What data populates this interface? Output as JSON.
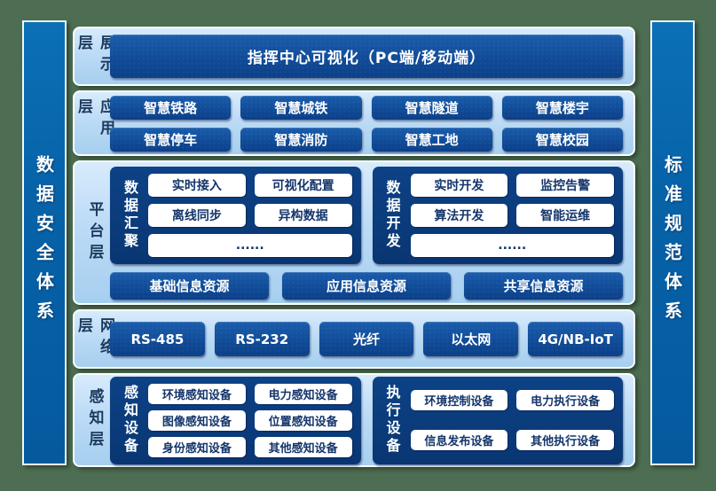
{
  "colors": {
    "background_green": "#4d6e52",
    "panel_light_blue": "#bcdbf6",
    "button_blue": "#114c98",
    "container_navy": "#0b3c7c",
    "pillar_blue": "#0762a8",
    "white_button_text": "#14356b",
    "label_navy": "#1c3a5e"
  },
  "pillars": {
    "left": "数据安全体系",
    "right": "标准规范体系"
  },
  "layers": {
    "presentation": {
      "label": "展示层",
      "main_button": "指挥中心可视化（PC端/移动端）"
    },
    "application": {
      "label": "应用层",
      "buttons": [
        "智慧铁路",
        "智慧城铁",
        "智慧隧道",
        "智慧楼宇",
        "智慧停车",
        "智慧消防",
        "智慧工地",
        "智慧校园"
      ]
    },
    "platform": {
      "label": "平台层",
      "groups": [
        {
          "label": "数据汇聚",
          "buttons": [
            "实时接入",
            "可视化配置",
            "离线同步",
            "异构数据"
          ],
          "more": "......"
        },
        {
          "label": "数据开发",
          "buttons": [
            "实时开发",
            "监控告警",
            "算法开发",
            "智能运维"
          ],
          "more": "......"
        }
      ],
      "resources": [
        "基础信息资源",
        "应用信息资源",
        "共享信息资源"
      ]
    },
    "network": {
      "label": "网络层",
      "buttons": [
        "RS-485",
        "RS-232",
        "光纤",
        "以太网",
        "4G/NB-IoT"
      ]
    },
    "perception": {
      "label": "感知层",
      "groups": [
        {
          "label": "感知设备",
          "buttons": [
            "环境感知设备",
            "电力感知设备",
            "图像感知设备",
            "位置感知设备",
            "身份感知设备",
            "其他感知设备"
          ]
        },
        {
          "label": "执行设备",
          "buttons": [
            "环境控制设备",
            "电力执行设备",
            "信息发布设备",
            "其他执行设备"
          ]
        }
      ]
    }
  }
}
